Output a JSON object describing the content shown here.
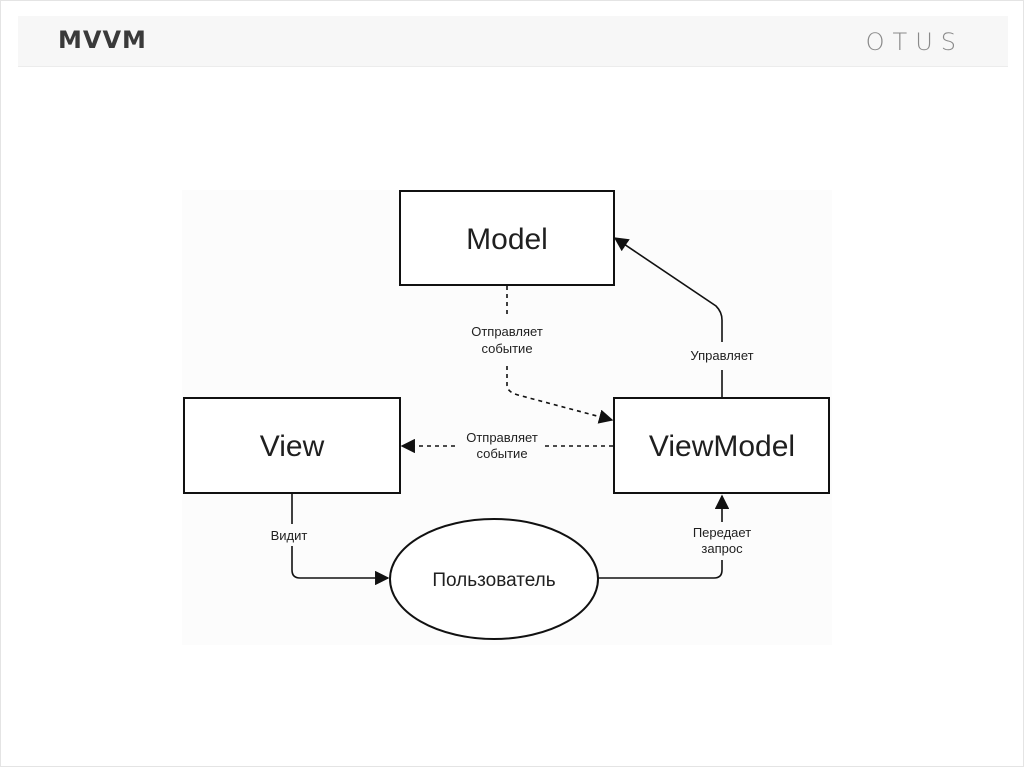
{
  "slide": {
    "title": "MVVM",
    "logo": "OTUS"
  },
  "diagram": {
    "nodes": {
      "model": "Model",
      "view": "View",
      "viewmodel": "ViewModel",
      "user": "Пользователь"
    },
    "edges": {
      "model_to_viewmodel": [
        "Отправляет",
        "событие"
      ],
      "viewmodel_to_view": [
        "Отправляет",
        "событие"
      ],
      "viewmodel_to_model": "Управляет",
      "view_to_user": "Видит",
      "user_to_viewmodel": [
        "Передает",
        "запрос"
      ]
    }
  }
}
